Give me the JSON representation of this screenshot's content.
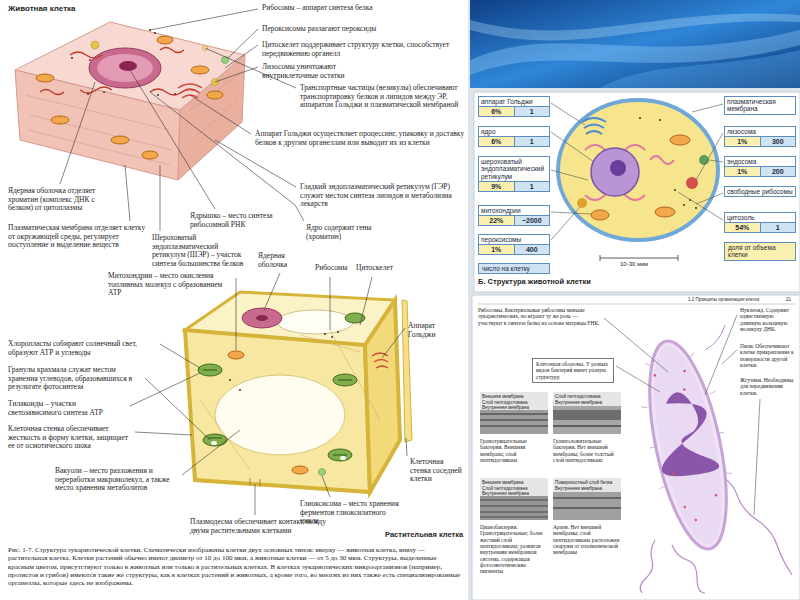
{
  "diagram": {
    "caption": "Рис. 1-7. Структура эукариотической клетки. Схематически изображены клетки двух основных типов: вверху — животная клетка, внизу — растительная клетка. Клетки растений обычно имеют диаметр от 10 до 100 мкм, а животные клетки — от 5 до 30 мкм. Структуры, выделенные красным цветом, присутствуют только в животных или только в растительных клетках. В клетках эукариотических микроорганизмов (например, протистов и грибов) имеются такие же структуры, как в клетках растений и животных, а кроме того, во многих из них также есть специализированные органеллы, которые здесь не изображены.",
    "nodes": [
      {
        "text": [
          "аппарат Гольджи",
          "6%",
          "1"
        ]
      },
      {
        "text": [
          "ядро",
          "6%",
          "1"
        ]
      },
      {
        "text": [
          "шероховатый эндоплазматический ретикулум",
          "9%",
          "1"
        ]
      },
      {
        "text": [
          "митохондрии",
          "22%",
          "~2000"
        ]
      },
      {
        "text": [
          "пероксисомы",
          "1%",
          "400"
        ]
      },
      {
        "text": [
          "плазматическая мембрана"
        ]
      },
      {
        "text": [
          "лизосома",
          "1%",
          "300"
        ]
      },
      {
        "text": [
          "эндосома",
          "1%",
          "200"
        ]
      },
      {
        "text": [
          "свободные рибосомы"
        ]
      },
      {
        "text": [
          "цитозоль",
          "54%",
          "1"
        ]
      },
      {
        "text": [
          "Клеточная оболочка. У разных видов бактерий имеет разную структуру."
        ]
      }
    ],
    "labels": [
      "Животная клетка",
      "Рибосомы – аппарат синтеза белка",
      "Пероксисомы разлагают пероксиды",
      "Цитоскелет поддерживает структуру клетки, способствует передвижению органелл",
      "Лизосомы уничтожают внутриклеточные остатки",
      "Транспортные частицы (везикулы) обеспечивают транспортировку белков и липидов между ЭР, аппаратом Гольджи и плазматической мембраной",
      "Аппарат Гольджи осуществляет процессинг, упаковку и доставку белков к другим органеллам или выводит их из клетки",
      "Гладкий эндоплазматический ретикулум (ГЭР) служит местом синтеза липидов и метаболизма лекарств",
      "Ядерная оболочка отделяет хроматин (комплекс ДНК с белком) от цитоплазмы",
      "Плазматическая мембрана отделяет клетку от окружающей среды, регулирует поступление и выделение веществ",
      "Ядрышко – место синтеза рибосомной РНК",
      "Шероховатый эндоплазматический ретикулум (ШЭР) – участок синтеза большинства белков",
      "Ядро содержит гены (хроматин)",
      "Митохондрии – место окисления топливных молекул с образованием АТР",
      "Ядерная оболочка",
      "Рибосомы",
      "Цитоскелет",
      "Аппарат Гольджи",
      "Хлоропласты собирают солнечный свет, образуют АТР и углеводы",
      "Гранулы крахмала служат местом хранения углеводов, образовавшихся в результате фотосинтеза",
      "Тилакоиды – участки светозависимого синтеза АТР",
      "Клеточная стенка обеспечивает жесткость и форму клетки, защищает ее от осмотического шока",
      "Вакуоли – место разложения и переработки макромолекул, а также место хранения метаболитов",
      "Плазмодесма обеспечивает контакт между двумя растительными клетками",
      "Клеточная стенка соседней клетки",
      "Глиоксисома – место хранения ферментов глиоксилатного цикла",
      "Растительная клетка",
      "Б. Структура животной клетки",
      "10-30 мкм",
      "1.2 Принципы организации клеток",
      "21",
      "Рибосомы. Бактериальные рибосомы меньше эукариотических, но играют ту же роль — участвуют в синтезе белка на основе матрицы РНК.",
      "Нуклеоид. Содержит единственную длинную кольцевую молекулу ДНК.",
      "Пили. Обеспечивают клетке прикрепление к поверхности другой клетки.",
      "Жгутики. Необходимы для передвижения клетки.",
      "Внешняя мембрана",
      "Слой пептидогликана",
      "Внутренняя мембрана",
      "Слой пептидогликана",
      "Внутренняя мембрана",
      "Внешняя мембрана",
      "Слой пептидогликана",
      "Внутренняя мембрана",
      "Поверхностный слой белка",
      "Внутренняя мембрана",
      "Грамотрицательные бактерии. Внешняя мембрана; слой пептидогликана",
      "Грамположительные бактерии. Нет внешней мембраны; более толстый слой пептидогликана",
      "Цианобактерии. Грамотрицательные; более жесткий слой пептидогликана; развитая внутренняя мембранная система, содержащая фотосинтетические пигменты",
      "Археи. Нет внешней мембраны; слой пептидогликана расположен снаружи от плазматической мембраны"
    ],
    "legend": [
      {
        "text": "число на клетку",
        "color": "#cfe3f3"
      },
      {
        "text": "доля от объема клетки",
        "color": "#fbf0b0"
      }
    ]
  }
}
